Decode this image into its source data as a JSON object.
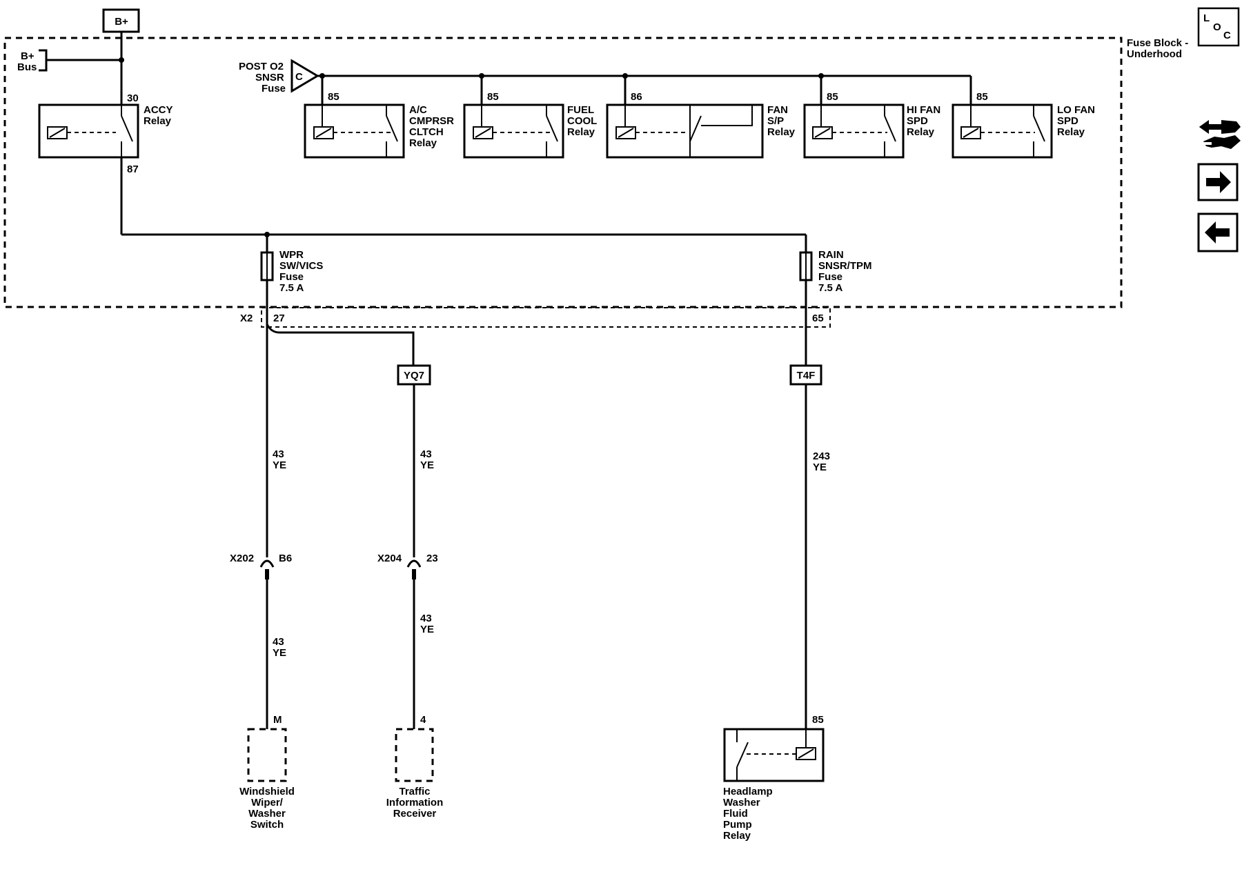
{
  "power": {
    "bplus": "B+"
  },
  "bus": {
    "line1": "B+",
    "line2": "Bus"
  },
  "fuse_block": {
    "line1": "Fuse Block -",
    "line2": "Underhood"
  },
  "post_o2": {
    "line1": "POST O2",
    "line2": "SNSR",
    "line3": "Fuse",
    "connector": "C"
  },
  "relays": {
    "accy": {
      "line1": "ACCY",
      "line2": "Relay",
      "pin_in": "30",
      "pin_out": "87"
    },
    "ac": {
      "line1": "A/C",
      "line2": "CMPRSR",
      "line3": "CLTCH",
      "line4": "Relay",
      "pin": "85"
    },
    "fuel": {
      "line1": "FUEL",
      "line2": "COOL",
      "line3": "Relay",
      "pin": "85"
    },
    "fan": {
      "line1": "FAN",
      "line2": "S/P",
      "line3": "Relay",
      "pin": "86"
    },
    "hifan": {
      "line1": "HI FAN",
      "line2": "SPD",
      "line3": "Relay",
      "pin": "85"
    },
    "lofan": {
      "line1": "LO FAN",
      "line2": "SPD",
      "line3": "Relay",
      "pin": "85"
    }
  },
  "fuses": {
    "wpr": {
      "line1": "WPR",
      "line2": "SW/VICS",
      "line3": "Fuse",
      "line4": "7.5 A"
    },
    "rain": {
      "line1": "RAIN",
      "line2": "SNSR/TPM",
      "line3": "Fuse",
      "line4": "7.5 A"
    }
  },
  "connectors": {
    "x2": "X2",
    "x2_pin_a": "27",
    "x2_pin_b": "65",
    "yq7": "YQ7",
    "t4f": "T4F",
    "x202": "X202",
    "x202_pin": "B6",
    "x204": "X204",
    "x204_pin": "23"
  },
  "wires": {
    "w1_upper": {
      "gauge": "43",
      "color": "YE"
    },
    "w2_upper": {
      "gauge": "43",
      "color": "YE"
    },
    "w3": {
      "gauge": "243",
      "color": "YE"
    },
    "w1_lower": {
      "gauge": "43",
      "color": "YE"
    },
    "w2_lower": {
      "gauge": "43",
      "color": "YE"
    }
  },
  "components": {
    "wiper": {
      "pin": "M",
      "line1": "Windshield",
      "line2": "Wiper/",
      "line3": "Washer",
      "line4": "Switch"
    },
    "traffic": {
      "pin": "4",
      "line1": "Traffic",
      "line2": "Information",
      "line3": "Receiver"
    },
    "headlamp": {
      "pin": "85",
      "line1": "Headlamp",
      "line2": "Washer",
      "line3": "Fluid",
      "line4": "Pump",
      "line5": "Relay"
    }
  },
  "nav": {
    "loc": {
      "l": "L",
      "o": "O",
      "c": "C"
    },
    "icons": [
      "connector-swap-icon",
      "arrow-right-icon",
      "arrow-left-icon"
    ]
  }
}
